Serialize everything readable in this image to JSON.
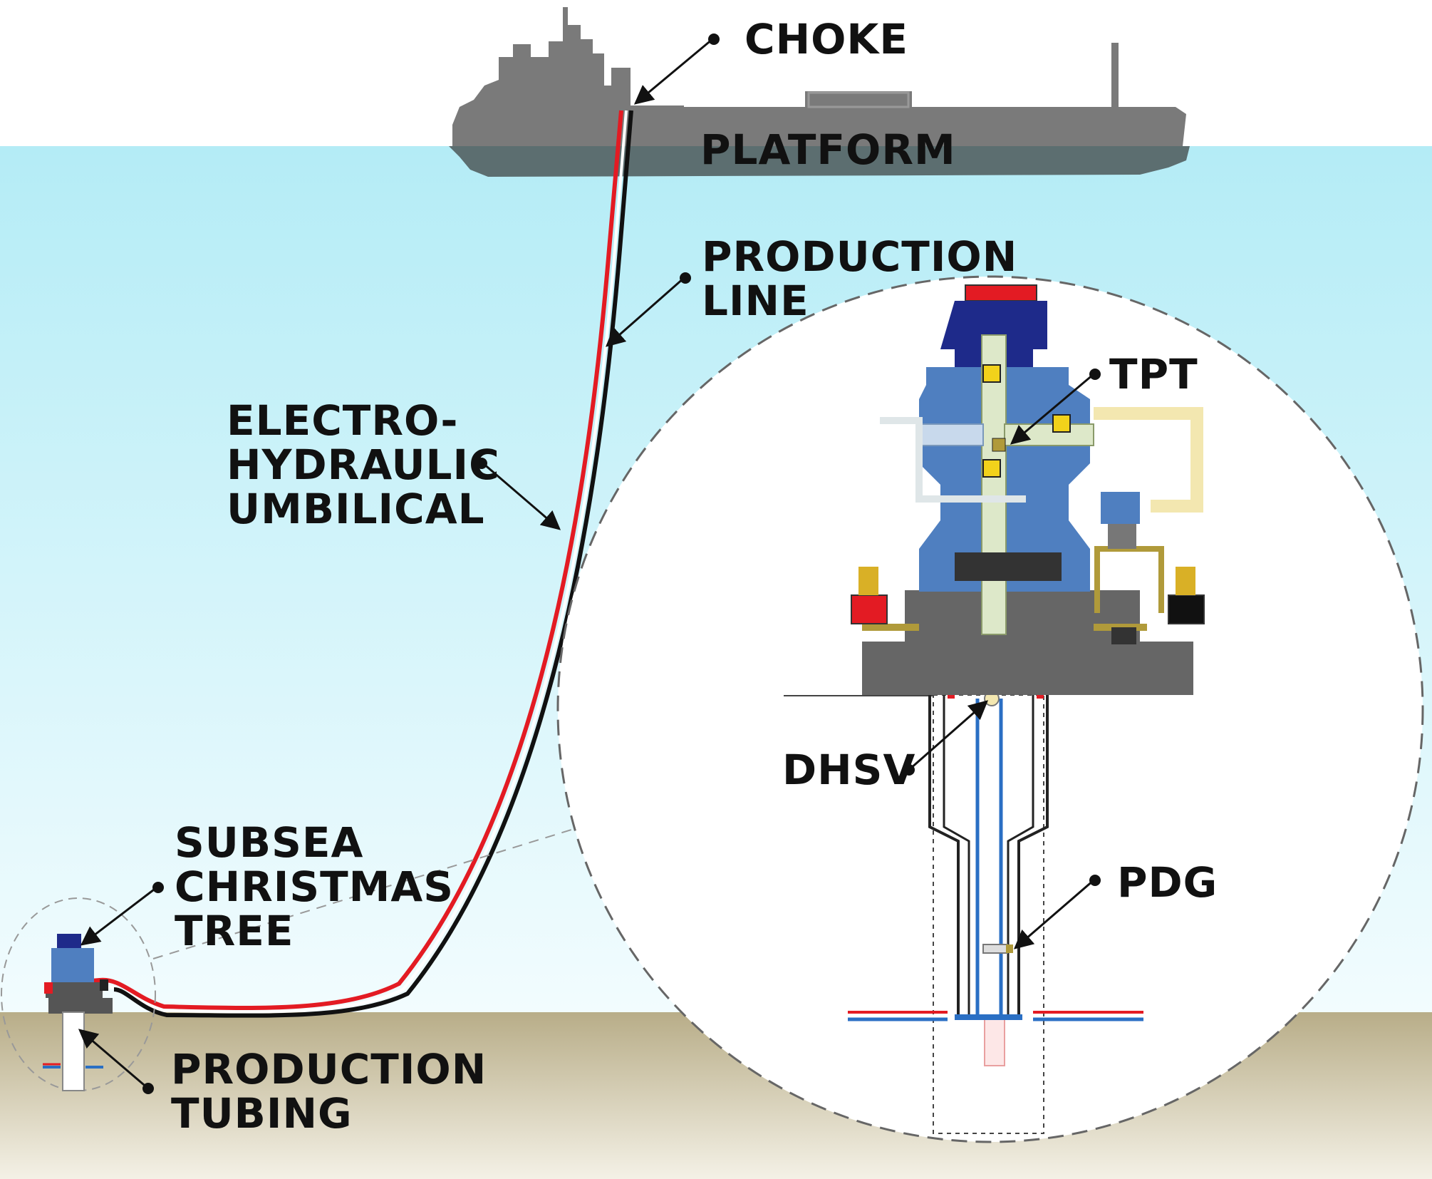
{
  "colors": {
    "sky": "#ffffff",
    "sea_top": "#b4ecf6",
    "sea_bottom": "#f2fcfe",
    "seabed_top": "#b8ad88",
    "seabed_bottom": "#f4f1e6",
    "ship": "#7a7a7a",
    "ship_hull": "#5c6e70",
    "umbilical": "#e31b23",
    "production_line": "#111111",
    "tree_blue": "#4f7fc0",
    "tree_dark_blue": "#1e2a8a",
    "gold": "#b09a3a",
    "casing_blue": "#2a6fc4"
  },
  "labels": {
    "choke": "CHOKE",
    "platform": "PLATFORM",
    "production_line": [
      "PRODUCTION",
      "LINE"
    ],
    "umbilical": [
      "ELECTRO-",
      "HYDRAULIC",
      "UMBILICAL"
    ],
    "tpt": "TPT",
    "dhsv": "DHSV",
    "pdg": "PDG",
    "christmas_tree": [
      "SUBSEA",
      "CHRISTMAS",
      "TREE"
    ],
    "production_tubing": [
      "PRODUCTION",
      "TUBING"
    ]
  }
}
